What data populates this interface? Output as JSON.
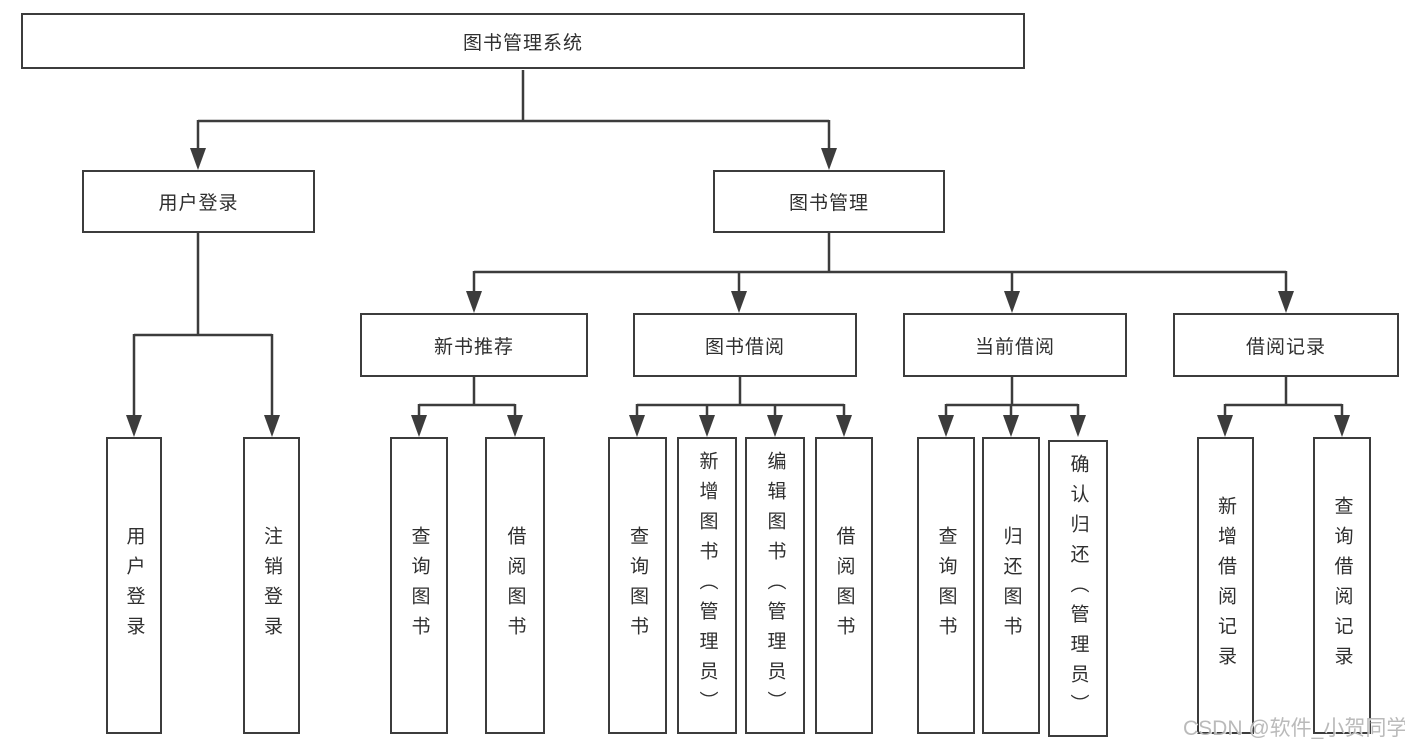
{
  "diagram": {
    "root": {
      "label": "图书管理系统",
      "children": [
        {
          "label": "用户登录",
          "children": [
            {
              "label": "用户登录"
            },
            {
              "label": "注销登录"
            }
          ]
        },
        {
          "label": "图书管理",
          "children": [
            {
              "label": "新书推荐",
              "children": [
                {
                  "label": "查询图书"
                },
                {
                  "label": "借阅图书"
                }
              ]
            },
            {
              "label": "图书借阅",
              "children": [
                {
                  "label": "查询图书"
                },
                {
                  "label": "新增图书（管理员）"
                },
                {
                  "label": "编辑图书（管理员）"
                },
                {
                  "label": "借阅图书"
                }
              ]
            },
            {
              "label": "当前借阅",
              "children": [
                {
                  "label": "查询图书"
                },
                {
                  "label": "归还图书"
                },
                {
                  "label": "确认归还（管理员）"
                }
              ]
            },
            {
              "label": "借阅记录",
              "children": [
                {
                  "label": "新增借阅记录"
                },
                {
                  "label": "查询借阅记录"
                }
              ]
            }
          ]
        }
      ]
    }
  },
  "colors": {
    "line": "#3c3c3c",
    "text": "#2f2f2f"
  },
  "watermark": {
    "text": "CSDN @软件_小贺同学"
  }
}
